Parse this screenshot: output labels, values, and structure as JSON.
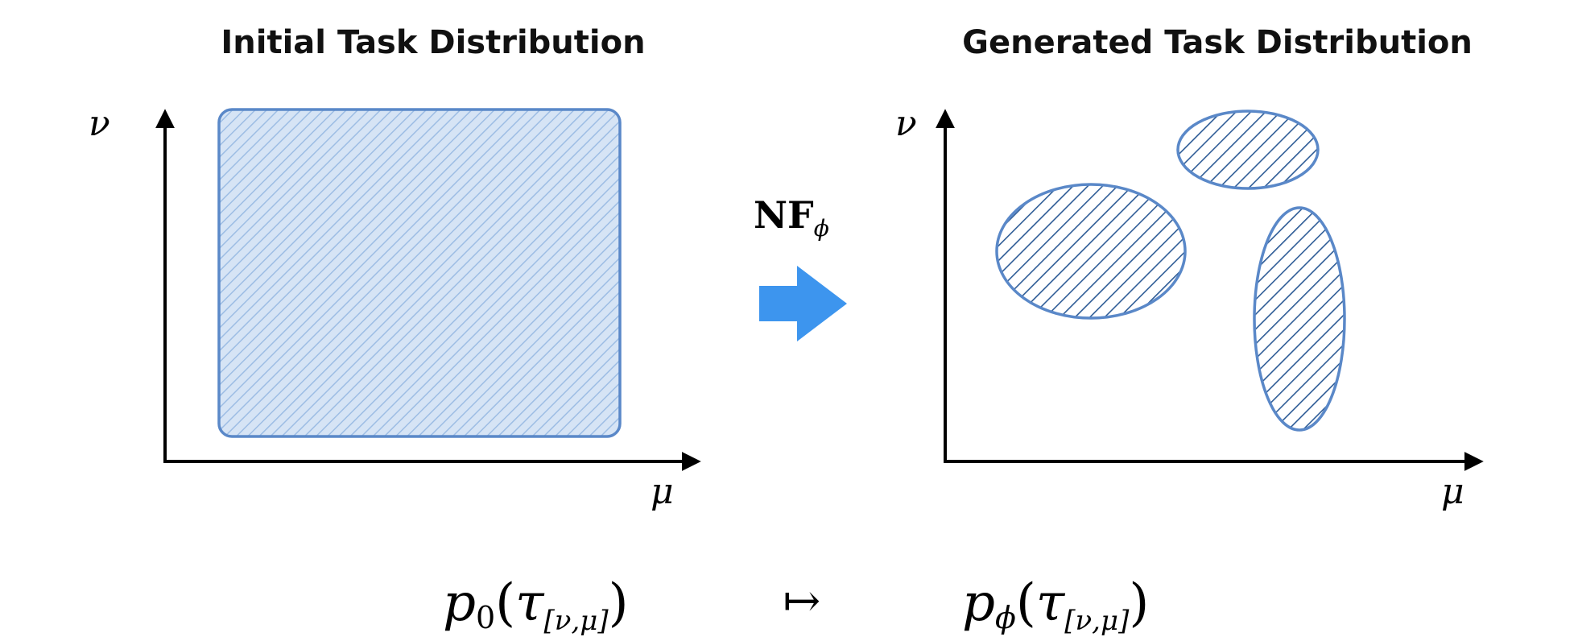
{
  "left_panel": {
    "title": "Initial Task Distribution",
    "y_axis_label": "ν",
    "x_axis_label": "μ"
  },
  "right_panel": {
    "title": "Generated Task Distribution",
    "y_axis_label": "ν",
    "x_axis_label": "μ"
  },
  "transform": {
    "label_main": "NF",
    "label_sub": "ϕ",
    "arrow_color": "#3d95ee"
  },
  "formula": {
    "left": {
      "p": "p",
      "sub": "0",
      "open": "(",
      "tau": "τ",
      "index": "[ν,μ]",
      "close": ")"
    },
    "mapsto": "↦",
    "right": {
      "p": "p",
      "sub": "ϕ",
      "open": "(",
      "tau": "τ",
      "index": "[ν,μ]",
      "close": ")"
    }
  },
  "colors": {
    "region_fill_light": "#d6e4f5",
    "region_stroke": "#5a88c8",
    "hatch_light": "#9dbde4",
    "hatch_dark": "#2e5c96",
    "axis": "#000000"
  }
}
